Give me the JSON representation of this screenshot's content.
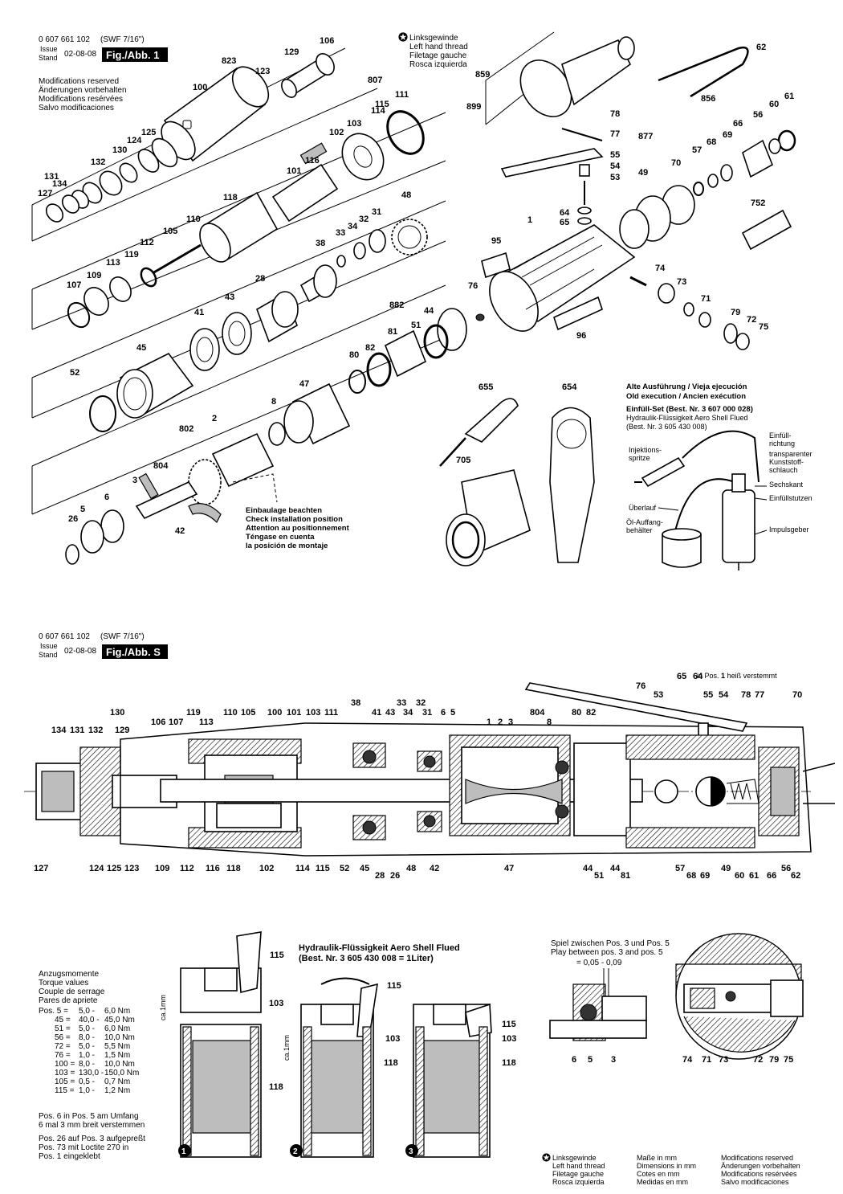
{
  "top": {
    "part_number": "0 607 661 102",
    "model": "(SWF 7/16\")",
    "issue_label_1": "Issue",
    "issue_label_2": "Stand",
    "issue_date": "02-08-08",
    "figure_label": "Fig./Abb. 1",
    "modifications": [
      "Modifications reserved",
      "Änderungen vorbehalten",
      "Modifications resérvées",
      "Salvo modificaciones"
    ],
    "left_hand_thread": [
      "Linksgewinde",
      "Left hand thread",
      "Filetage gauche",
      "Rosca izquierda"
    ],
    "install_note": [
      "Einbaulage beachten",
      "Check installation position",
      "Attention au positionnement",
      "Téngase en cuenta",
      "la posición de montaje"
    ],
    "old_execution": {
      "title_1": "Alte Ausführung / Vieja ejecución",
      "title_2": "Old execution / Ancien exécution",
      "set": "Einfüll-Set (Best. Nr. 3 607 000 028)",
      "fluid": "Hydraulik-Flüssigkeit Aero Shell Flued",
      "fluid_no": "(Best. Nr. 3 605 430 008)",
      "labels": [
        "Injektions-",
        "spritze",
        "Einfüll-",
        "richtung",
        "transparenter",
        "Kunststoff-",
        "schlauch",
        "Sechskant",
        "Einfüllstutzen",
        "Überlauf",
        "Öl-Auffang-",
        "behälter",
        "Impulsgeber"
      ]
    },
    "parts": [
      "823",
      "123",
      "106",
      "129",
      "100",
      "807",
      "111",
      "115",
      "114",
      "103",
      "102",
      "125",
      "124",
      "130",
      "132",
      "116",
      "101",
      "134",
      "131",
      "127",
      "118",
      "110",
      "105",
      "112",
      "113",
      "119",
      "109",
      "107",
      "48",
      "31",
      "32",
      "34",
      "33",
      "38",
      "28",
      "43",
      "41",
      "45",
      "52",
      "882",
      "44",
      "51",
      "81",
      "82",
      "80",
      "47",
      "8",
      "2",
      "802",
      "804",
      "3",
      "6",
      "5",
      "26",
      "42",
      "62",
      "859",
      "899",
      "78",
      "77",
      "877",
      "55",
      "54",
      "53",
      "856",
      "61",
      "60",
      "56",
      "66",
      "69",
      "68",
      "57",
      "70",
      "49",
      "752",
      "64",
      "65",
      "1",
      "95",
      "76",
      "74",
      "73",
      "71",
      "96",
      "79",
      "72",
      "75",
      "655",
      "654",
      "705"
    ]
  },
  "section": {
    "part_number": "0 607 661 102",
    "model": "(SWF 7/16\")",
    "issue_date": "02-08-08",
    "figure_label": "Fig./Abb. S",
    "note_64": "in Pos.",
    "note_64_b": "1",
    "note_64_c": "heiß verstemmt",
    "top_labels": [
      "134",
      "131",
      "132",
      "130",
      "129",
      "106",
      "107",
      "119",
      "113",
      "110",
      "105",
      "100",
      "101",
      "103",
      "111",
      "38",
      "41",
      "43",
      "33",
      "34",
      "32",
      "31",
      "6",
      "5",
      "1",
      "2",
      "3",
      "804",
      "8",
      "80",
      "82",
      "76",
      "53",
      "65",
      "64",
      "55",
      "54",
      "78",
      "77",
      "70"
    ],
    "bottom_labels": [
      "127",
      "124",
      "125",
      "123",
      "109",
      "112",
      "116",
      "118",
      "102",
      "114",
      "115",
      "52",
      "45",
      "28",
      "26",
      "48",
      "42",
      "47",
      "44",
      "51",
      "44",
      "81",
      "57",
      "68",
      "69",
      "49",
      "60",
      "61",
      "66",
      "56",
      "62"
    ]
  },
  "bottom": {
    "torque_title": [
      "Anzugsmomente",
      "Torque values",
      "Couple de serrage",
      "Pares de apriete"
    ],
    "torque_rows": [
      {
        "pos": "Pos.  5 =",
        "min": "5,0 -",
        "max": "6,0 Nm"
      },
      {
        "pos": "45 =",
        "min": "40,0 -",
        "max": "45,0 Nm"
      },
      {
        "pos": "51 =",
        "min": "5,0 -",
        "max": "6,0 Nm"
      },
      {
        "pos": "56 =",
        "min": "8,0 -",
        "max": "10,0 Nm"
      },
      {
        "pos": "72 =",
        "min": "5,0 -",
        "max": "5,5 Nm"
      },
      {
        "pos": "76 =",
        "min": "1,0 -",
        "max": "1,5 Nm"
      },
      {
        "pos": "100 =",
        "min": "8,0 -",
        "max": "10,0 Nm"
      },
      {
        "pos": "103 =",
        "min": "130,0 -",
        "max": "150,0 Nm"
      },
      {
        "pos": "105 =",
        "min": "0,5 -",
        "max": "0,7 Nm"
      },
      {
        "pos": "115 =",
        "min": "1,0 -",
        "max": "1,2 Nm"
      }
    ],
    "notes": [
      "Pos. 6 in Pos. 5 am Umfang",
      "6 mal 3 mm breit verstemmen",
      "Pos. 26 auf Pos. 3 aufgepreßt",
      "Pos. 73 mit Loctite 270 in",
      "Pos. 1 eingeklebt"
    ],
    "hydraulic_title": "Hydraulik-Flüssigkeit Aero Shell Flued",
    "hydraulic_no": "(Best. Nr. 3 605 430 008 = 1Liter)",
    "ca_label": "ca.1mm",
    "step_labels": [
      "115",
      "103",
      "118"
    ],
    "steps": [
      "1",
      "2",
      "3"
    ],
    "play_text": [
      "Spiel zwischen Pos. 3 und Pos. 5",
      "Play between pos. 3 and pos. 5",
      "= 0,05 - 0,09"
    ],
    "play_labels": [
      "6",
      "5",
      "3"
    ],
    "detail_labels": [
      "74",
      "71",
      "73",
      "72",
      "79",
      "75"
    ],
    "legend_lh": [
      "Linksgewinde",
      "Left hand thread",
      "Filetage gauche",
      "Rosca izquierda"
    ],
    "legend_dim": [
      "Maße in mm",
      "Dimensions in mm",
      "Cotes en mm",
      "Medidas en mm"
    ],
    "legend_mod": [
      "Modifications reserved",
      "Änderungen vorbehalten",
      "Modifications resérvées",
      "Salvo modificaciones"
    ]
  }
}
